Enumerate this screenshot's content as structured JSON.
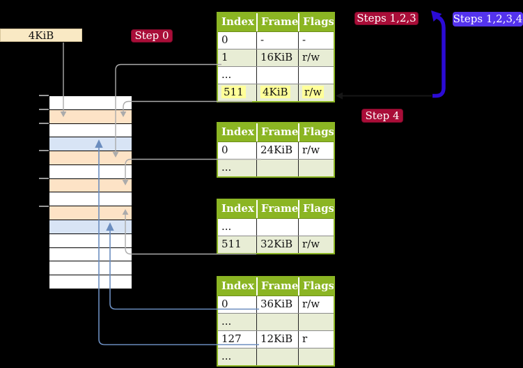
{
  "frame_box": {
    "label": "4KiB"
  },
  "badges": {
    "step0": "Step 0",
    "steps123": "Steps 1,2,3",
    "steps1234": "Steps 1,2,3,4",
    "step4": "Step 4"
  },
  "tables": [
    {
      "id": "page-table-1",
      "headers": [
        "Index",
        "Frame",
        "Flags"
      ],
      "rows": [
        {
          "cells": [
            "0",
            "-",
            "-"
          ],
          "shaded": false,
          "highlight": false
        },
        {
          "cells": [
            "1",
            "16KiB",
            "r/w"
          ],
          "shaded": true,
          "highlight": false
        },
        {
          "cells": [
            "...",
            "",
            ""
          ],
          "shaded": false,
          "highlight": false
        },
        {
          "cells": [
            "511",
            "4KiB",
            "r/w"
          ],
          "shaded": true,
          "highlight": true
        }
      ]
    },
    {
      "id": "page-table-2",
      "headers": [
        "Index",
        "Frame",
        "Flags"
      ],
      "rows": [
        {
          "cells": [
            "0",
            "24KiB",
            "r/w"
          ],
          "shaded": false,
          "highlight": false
        },
        {
          "cells": [
            "...",
            "",
            ""
          ],
          "shaded": true,
          "highlight": false
        }
      ]
    },
    {
      "id": "page-table-3",
      "headers": [
        "Index",
        "Frame",
        "Flags"
      ],
      "rows": [
        {
          "cells": [
            "...",
            "",
            ""
          ],
          "shaded": false,
          "highlight": false
        },
        {
          "cells": [
            "511",
            "32KiB",
            "r/w"
          ],
          "shaded": true,
          "highlight": false
        }
      ]
    },
    {
      "id": "page-table-4",
      "headers": [
        "Index",
        "Frame",
        "Flags"
      ],
      "rows": [
        {
          "cells": [
            "0",
            "36KiB",
            "r/w"
          ],
          "shaded": false,
          "highlight": false
        },
        {
          "cells": [
            "...",
            "",
            ""
          ],
          "shaded": true,
          "highlight": false
        },
        {
          "cells": [
            "127",
            "12KiB",
            "r"
          ],
          "shaded": false,
          "highlight": false
        },
        {
          "cells": [
            "...",
            "",
            ""
          ],
          "shaded": true,
          "highlight": false
        }
      ]
    }
  ],
  "memory": {
    "rows": [
      "white",
      "peach",
      "white",
      "blue",
      "peach",
      "white",
      "peach",
      "white",
      "peach",
      "blue",
      "white",
      "white",
      "white",
      "white"
    ]
  },
  "connections": [
    "4KiB-label-box -> memory frame at 4KiB",
    "table1 entry 1 (16KiB) -> memory frame at 16KiB",
    "table1 entry 511 (4KiB) -> memory frame at 4KiB",
    "table2 entry 0 (24KiB) -> memory frame at 24KiB",
    "table3 entry 511 (32KiB) -> memory frame at 32KiB",
    "table4 entry 0 (36KiB) -> memory frame at 36KiB (blue page)",
    "table4 entry 127 (12KiB) -> memory frame at 12KiB (blue page)",
    "blue arrow: table1 highlighted entry 511 -> Steps labels"
  ],
  "colors": {
    "background": "#000000",
    "table_header_bg": "#8BB523",
    "table_row_alt_bg": "#E8EDD5",
    "highlight_bg": "#FFFF99",
    "frame_box_bg": "#F9E9C4",
    "crimson_badge_bg": "#A90D38",
    "blue_badge_bg": "#5433EE",
    "blue_arrow": "#2B0BD5",
    "steel_blue_arrow": "#6B8DBF",
    "gray_arrow": "#ABABAB",
    "memory_peach_row": "#FDE3C6",
    "memory_blue_row": "#D8E4F5"
  }
}
